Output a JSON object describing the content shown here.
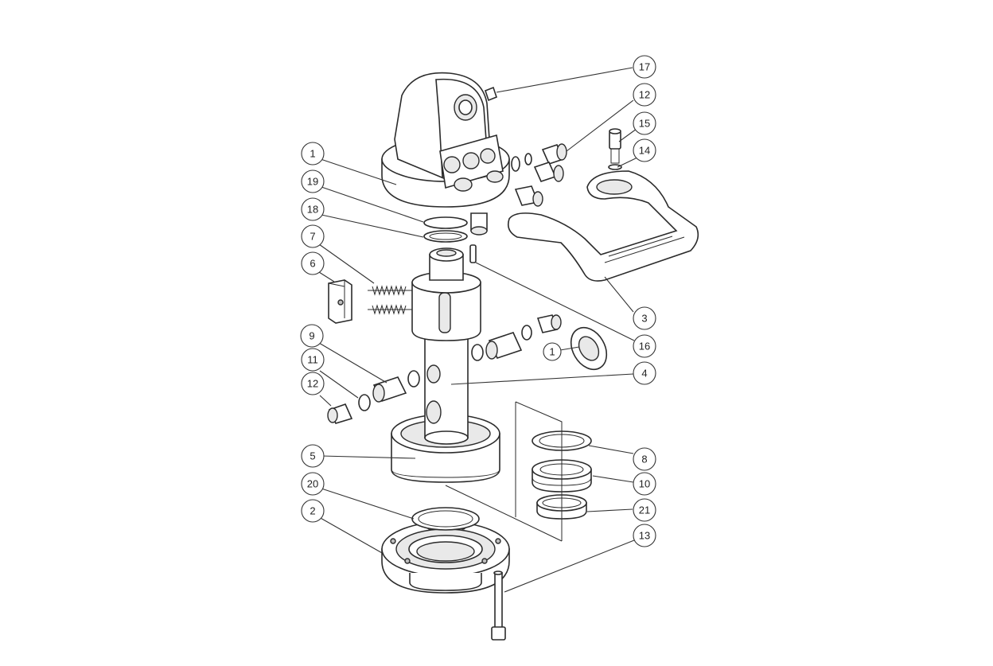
{
  "callouts": [
    {
      "label": "17"
    },
    {
      "label": "12"
    },
    {
      "label": "15"
    },
    {
      "label": "14"
    },
    {
      "label": "1"
    },
    {
      "label": "19"
    },
    {
      "label": "18"
    },
    {
      "label": "7"
    },
    {
      "label": "6"
    },
    {
      "label": "3"
    },
    {
      "label": "16"
    },
    {
      "label": "1"
    },
    {
      "label": "9"
    },
    {
      "label": "4"
    },
    {
      "label": "11"
    },
    {
      "label": "12"
    },
    {
      "label": "5"
    },
    {
      "label": "8"
    },
    {
      "label": "10"
    },
    {
      "label": "20"
    },
    {
      "label": "21"
    },
    {
      "label": "2"
    },
    {
      "label": "13"
    }
  ]
}
